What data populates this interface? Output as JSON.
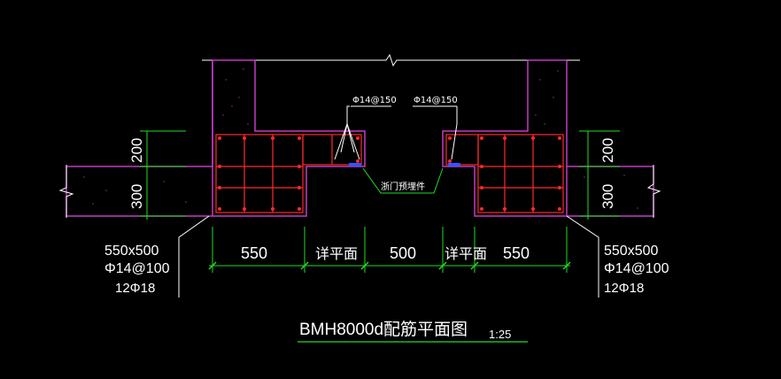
{
  "drawing": {
    "title": "BMH8000d配筋平面图",
    "scale": "1:25",
    "colors": {
      "background": "#000000",
      "wall_outline": "#c23cc2",
      "rebar": "#ff2a2a",
      "dimension": "#22dd22",
      "text": "#ffffff",
      "leader": "#ffffff"
    }
  },
  "labels": {
    "rebar_left_top": "Φ14@150",
    "rebar_right_top": "Φ14@150",
    "door_embed": "浙门预埋件",
    "dim_200_left": "200",
    "dim_300_left": "300",
    "dim_200_right": "200",
    "dim_300_right": "300"
  },
  "dimensions": {
    "seg1": "550",
    "seg2": "详平面",
    "seg3": "500",
    "seg4": "详平面",
    "seg5": "550"
  },
  "left_column": {
    "size": "550x500",
    "stirrup": "Φ14@100",
    "bars": "12Φ18"
  },
  "right_column": {
    "size": "550x500",
    "stirrup": "Φ14@100",
    "bars": "12Φ18"
  }
}
